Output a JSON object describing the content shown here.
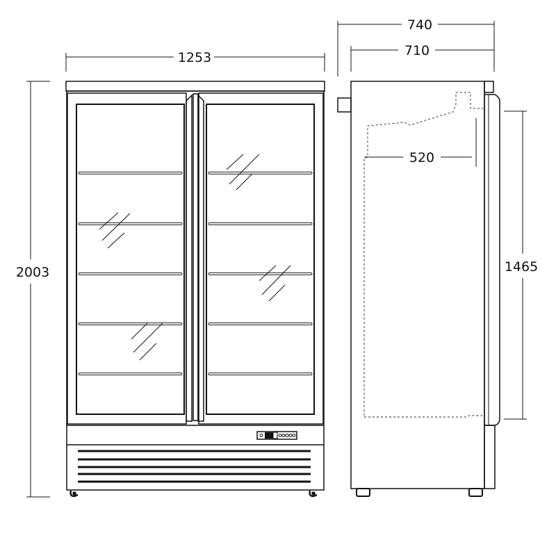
{
  "dimensions": {
    "front_width": "1253",
    "total_height": "2003",
    "side_depth_overall": "740",
    "side_depth_body": "710",
    "interior_depth": "520",
    "door_height": "1465"
  },
  "colors": {
    "line": "#111111",
    "background": "#ffffff"
  }
}
